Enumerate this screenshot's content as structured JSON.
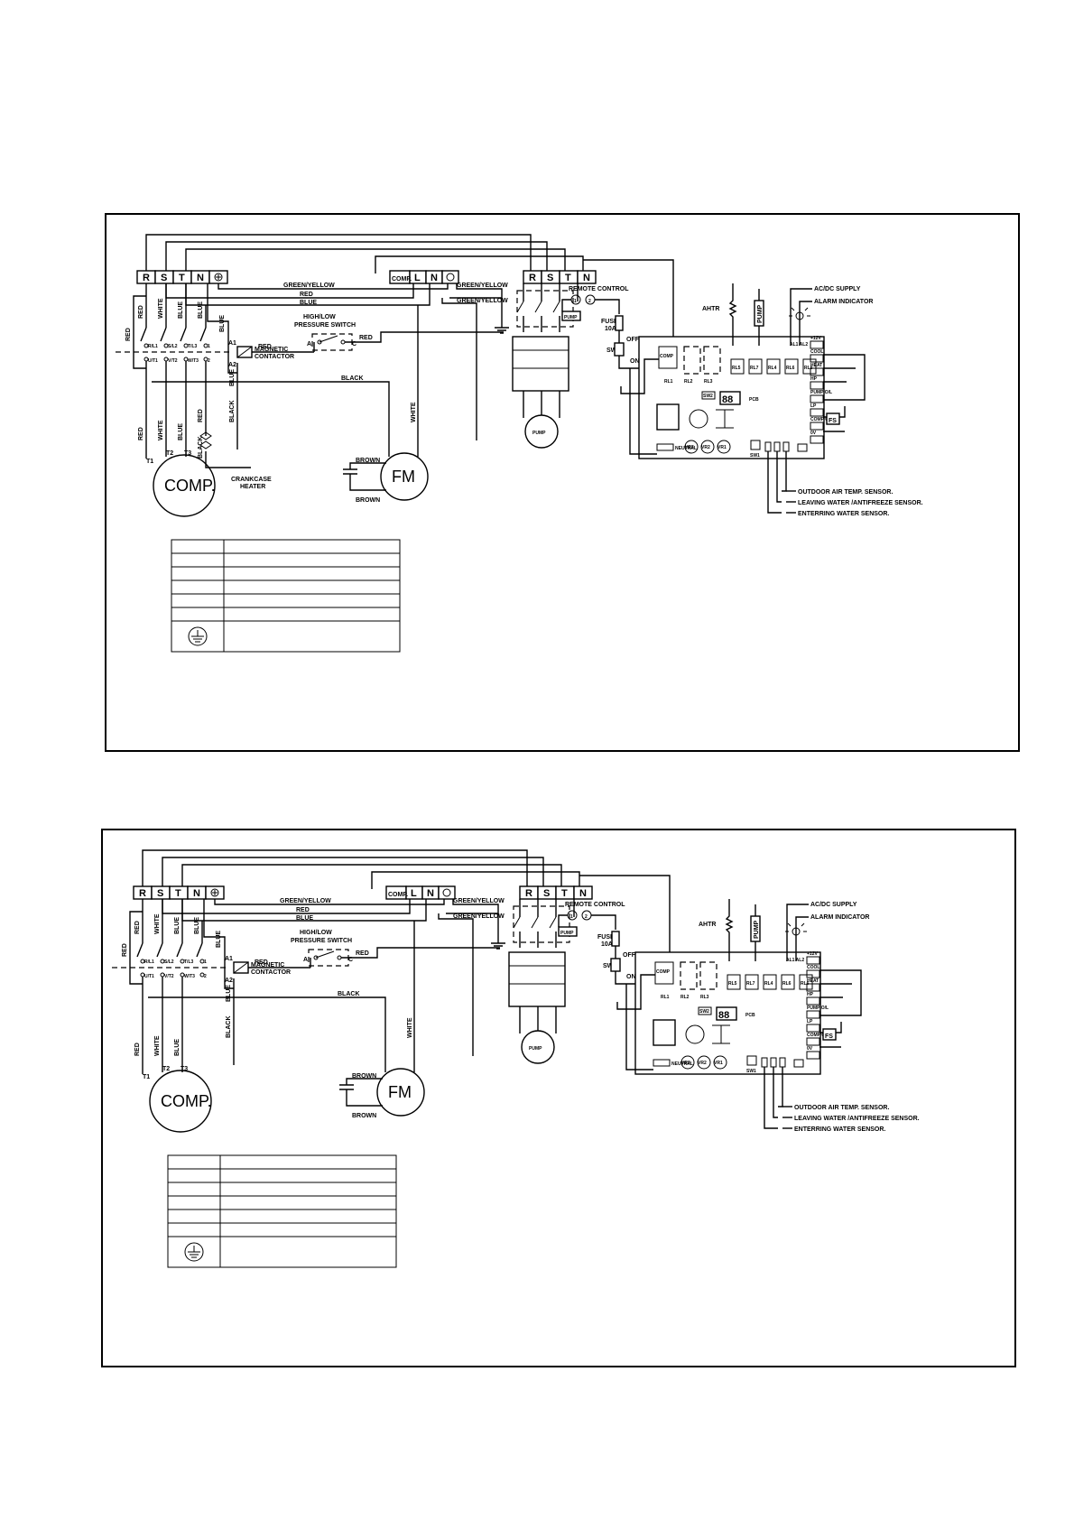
{
  "diagrams": [
    {
      "supply_terminals": [
        "R",
        "S",
        "T",
        "N"
      ],
      "fan_terminals": [
        "COMP.",
        "L",
        "N"
      ],
      "pump_terminals": [
        "R",
        "S",
        "T",
        "N"
      ],
      "wires": {
        "green_yellow": "GREEN/YELLOW",
        "red": "RED",
        "blue": "BLUE",
        "white": "WHITE",
        "black": "BLACK",
        "brown": "BROWN"
      },
      "contactor": {
        "a1": "A1",
        "a2": "A2",
        "label1": "MAGNETIC",
        "label2": "CONTACTOR"
      },
      "pressure_switch": {
        "label1": "HIGH/LOW",
        "label2": "PRESSURE SWITCH",
        "a": "A",
        "c": "C"
      },
      "contact_terms": {
        "top": [
          "R/L1",
          "S/L2",
          "T/L3"
        ],
        "bottom": [
          "U/T1",
          "V/T2",
          "W/T3"
        ],
        "n1": "1",
        "n2": "2"
      },
      "compressor": {
        "label": "COMP.",
        "t1": "T1",
        "t2": "T2",
        "t3": "T3"
      },
      "crankcase": {
        "line1": "CRANKCASE",
        "line2": "HEATER"
      },
      "fan_motor": "FM",
      "pump_label": "PUMP",
      "remote_control": {
        "label": "REMOTE CONTROL",
        "t1": "1",
        "t2": "2"
      },
      "fuse": {
        "line1": "FUSE",
        "line2": "10A"
      },
      "switch": {
        "sw": "SW",
        "off": "OFF",
        "on": "ON"
      },
      "ahtr": "AHTR",
      "supply_outputs": {
        "acdc": "AC/DC SUPPLY",
        "alarm": "ALARM INDICATOR"
      },
      "pcb": {
        "label": "PCB",
        "display": "88",
        "relays": [
          "RL1",
          "RL2",
          "RL3",
          "RL5",
          "RL7",
          "RL4",
          "RL6"
        ],
        "comp": "COMP",
        "sw2": "SW2",
        "sw1": "SW1",
        "neutral": "NEUTRAL",
        "vr": [
          "VR3",
          "VR2",
          "VR1"
        ],
        "al": "AL1 AL2",
        "right_labels": [
          "+12V",
          "COOL",
          "HEAT",
          "HP",
          "PUMP O/L",
          "LP",
          "COMP O/L",
          "0V"
        ],
        "fs": "FS"
      },
      "sensors": [
        "OUTDOOR AIR TEMP. SENSOR.",
        "LEAVING WATER /ANTIFREEZE SENSOR.",
        "ENTERRING WATER SENSOR."
      ],
      "has_crankcase": true,
      "legend_rows": 7
    },
    {
      "supply_terminals": [
        "R",
        "S",
        "T",
        "N"
      ],
      "fan_terminals": [
        "COMP.",
        "L",
        "N"
      ],
      "pump_terminals": [
        "R",
        "S",
        "T",
        "N"
      ],
      "wires": {
        "green_yellow": "GREEN/YELLOW",
        "red": "RED",
        "blue": "BLUE",
        "white": "WHITE",
        "black": "BLACK",
        "brown": "BROWN"
      },
      "contactor": {
        "a1": "A1",
        "a2": "A2",
        "label1": "MAGNETIC",
        "label2": "CONTACTOR"
      },
      "pressure_switch": {
        "label1": "HIGH/LOW",
        "label2": "PRESSURE SWITCH",
        "a": "A",
        "c": "C"
      },
      "contact_terms": {
        "top": [
          "R/L1",
          "S/L2",
          "T/L3"
        ],
        "bottom": [
          "U/T1",
          "V/T2",
          "W/T3"
        ],
        "n1": "1",
        "n2": "2"
      },
      "compressor": {
        "label": "COMP.",
        "t1": "T1",
        "t2": "T2",
        "t3": "T3"
      },
      "crankcase": {
        "line1": "",
        "line2": ""
      },
      "fan_motor": "FM",
      "pump_label": "PUMP",
      "remote_control": {
        "label": "REMOTE CONTROL",
        "t1": "1",
        "t2": "2"
      },
      "fuse": {
        "line1": "FUSE",
        "line2": "10A"
      },
      "switch": {
        "sw": "SW",
        "off": "OFF",
        "on": "ON"
      },
      "ahtr": "AHTR",
      "supply_outputs": {
        "acdc": "AC/DC SUPPLY",
        "alarm": "ALARM INDICATOR"
      },
      "pcb": {
        "label": "PCB",
        "display": "88",
        "relays": [
          "RL1",
          "RL2",
          "RL3",
          "RL5",
          "RL7",
          "RL4",
          "RL6"
        ],
        "comp": "COMP",
        "sw2": "SW2",
        "sw1": "SW1",
        "neutral": "NEUTRAL",
        "vr": [
          "VR3",
          "VR2",
          "VR1"
        ],
        "al": "AL1 AL2",
        "right_labels": [
          "+12V",
          "COOL",
          "HEAT",
          "HP",
          "PUMP O/L",
          "LP",
          "COMP O/L",
          "0V"
        ],
        "fs": "FS"
      },
      "sensors": [
        "OUTDOOR AIR TEMP. SENSOR.",
        "LEAVING WATER /ANTIFREEZE SENSOR.",
        "ENTERRING WATER SENSOR."
      ],
      "has_crankcase": false,
      "legend_rows": 7
    }
  ]
}
